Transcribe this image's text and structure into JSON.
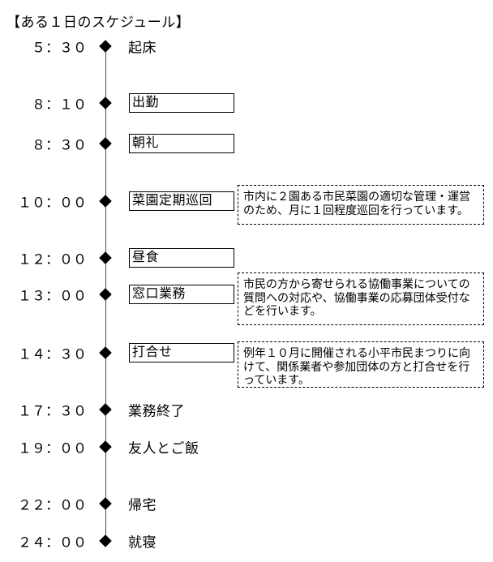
{
  "title": "【ある１日のスケジュール】",
  "colors": {
    "text": "#000000",
    "timeline_line": "#4a4a4a",
    "box_border": "#000000",
    "note_border": "#000000",
    "background": "#ffffff"
  },
  "timeline": {
    "marker_icon": "diamond",
    "rows": [
      {
        "time": "５：３０",
        "label": "起床",
        "boxed": false
      },
      {
        "time": "８：１０",
        "label": "出勤",
        "boxed": true
      },
      {
        "time": "８：３０",
        "label": "朝礼",
        "boxed": true
      },
      {
        "time": "１０：００",
        "label": "菜園定期巡回",
        "boxed": true,
        "note_index": 0
      },
      {
        "time": "１２：００",
        "label": "昼食",
        "boxed": true
      },
      {
        "time": "１３：００",
        "label": "窓口業務",
        "boxed": true,
        "note_index": 1
      },
      {
        "time": "１４：３０",
        "label": "打合せ",
        "boxed": true,
        "note_index": 2
      },
      {
        "time": "１７：３０",
        "label": "業務終了",
        "boxed": false
      },
      {
        "time": "１９：００",
        "label": "友人とご飯",
        "boxed": false
      },
      {
        "time": "２２：００",
        "label": "帰宅",
        "boxed": false
      },
      {
        "time": "２４：００",
        "label": "就寝",
        "boxed": false
      }
    ],
    "notes": [
      {
        "text": "市内に２園ある市民菜園の適切な管理・運営のため、月に１回程度巡回を行っています。"
      },
      {
        "text": "市民の方から寄せられる協働事業についての質問への対応や、協働事業の応募団体受付などを行います。"
      },
      {
        "text": "例年１０月に開催される小平市民まつりに向けて、関係業者や参加団体の方と打合せを行っています。"
      }
    ]
  }
}
